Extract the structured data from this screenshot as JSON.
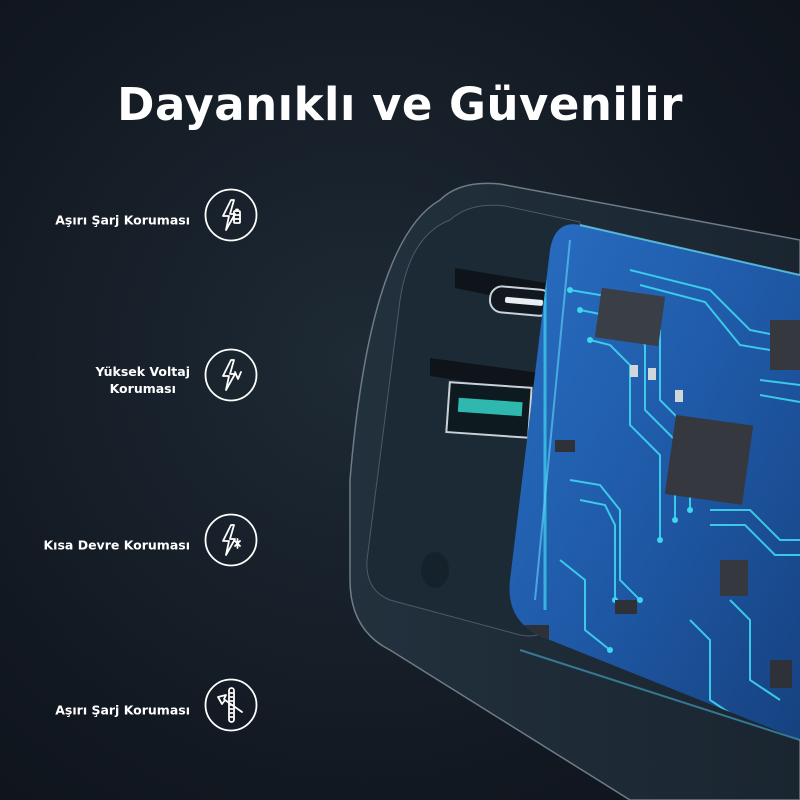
{
  "header": {
    "title": "Dayanıklı ve Güvenilir"
  },
  "features": [
    {
      "label": "Aşırı Şarj Koruması",
      "icon": "bolt-battery-icon"
    },
    {
      "label_line1": "Yüksek Voltaj",
      "label_line2": "Koruması",
      "icon": "bolt-voltage-icon"
    },
    {
      "label": "Kısa Devre Koruması",
      "icon": "bolt-spark-icon"
    },
    {
      "label": "Aşırı Şarj Koruması",
      "icon": "thermometer-arrow-icon"
    }
  ],
  "product": {
    "description": "Power bank with transparent shell revealing blue circuit board",
    "ports": [
      "usb-c-port",
      "usb-a-port"
    ]
  },
  "colors": {
    "background": "#141b24",
    "pcb_blue": "#1f5fb0",
    "trace_cyan": "#3fd6f0",
    "usb_a_tongue": "#2fb8b0",
    "text": "#ffffff"
  }
}
